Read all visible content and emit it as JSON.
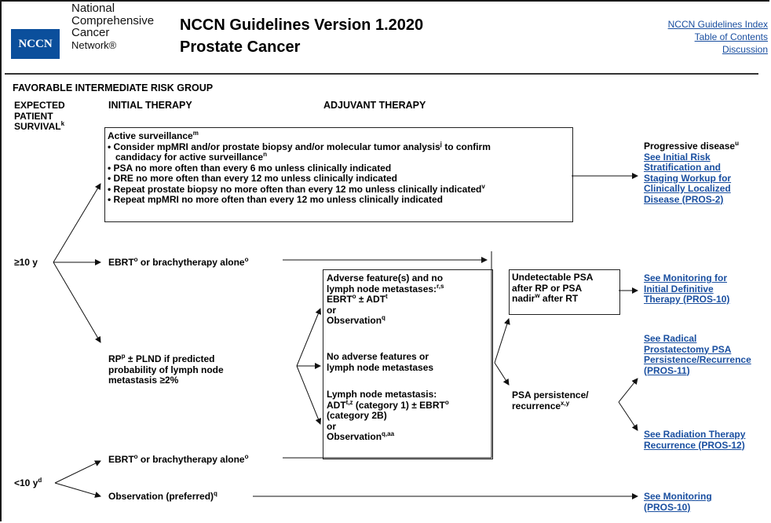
{
  "header": {
    "org_lines": [
      "National",
      "Comprehensive",
      "Cancer",
      "Network®"
    ],
    "logo_text": "NCCN",
    "title": "NCCN Guidelines Version 1.2020",
    "subtitle": "Prostate Cancer",
    "links": [
      "NCCN Guidelines Index",
      "Table of Contents",
      "Discussion"
    ]
  },
  "section_title": "FAVORABLE INTERMEDIATE RISK GROUP",
  "columns": {
    "survival": [
      "EXPECTED",
      "PATIENT",
      "SURVIVAL"
    ],
    "survival_sup": "k",
    "initial": "INITIAL THERAPY",
    "adjuvant": "ADJUVANT THERAPY"
  },
  "surveillance": {
    "title": "Active surveillance",
    "title_sup": "m",
    "b1a": "• Consider mpMRI and/or prostate biopsy and/or molecular tumor analysis",
    "b1a_sup": "j",
    "b1b": " to confirm",
    "b1c": "candidacy for active surveillance",
    "b1c_sup": "n",
    "b2": "• PSA no more often than every 6 mo unless clinically indicated",
    "b3": "• DRE no more often than every 12 mo unless clinically indicated",
    "b4": "• Repeat prostate biopsy no more often than every 12 mo unless clinically indicated",
    "b4_sup": "v",
    "b5": "• Repeat mpMRI no more often than every 12 mo unless clinically indicated"
  },
  "progressive": {
    "label": "Progressive disease",
    "sup": "u",
    "link": [
      "See Initial Risk",
      "Stratification and",
      "Staging Workup for",
      "Clinically Localized",
      "Disease (PROS-2)"
    ]
  },
  "survival_ge10": "≥10 y",
  "survival_lt10": "<10 y",
  "survival_lt10_sup": "d",
  "ebrt_top": {
    "a": "EBRT",
    "sup1": "o",
    "b": " or brachytherapy alone",
    "sup2": "o"
  },
  "rp": {
    "l1a": "RP",
    "sup": "p",
    "l1b": " ± PLND if predicted",
    "l2": "probability of lymph node",
    "l3": "metastasis ≥2%"
  },
  "adverse": {
    "l1": "Adverse feature(s) and no",
    "l2": "lymph node metastases:",
    "l2_sup": "r,s",
    "l3a": "EBRT",
    "l3_sup1": "o",
    "l3b": " ± ADT",
    "l3_sup2": "t",
    "l4": "or",
    "l5": "Observation",
    "l5_sup": "q"
  },
  "no_adverse": {
    "l1": "No adverse features or",
    "l2": "lymph node metastases"
  },
  "node_met": {
    "l1": "Lymph node metastasis:",
    "l2a": "ADT",
    "l2_sup1": "t,z",
    "l2b": " (category 1) ± EBRT",
    "l2_sup2": "o",
    "l3": "(category 2B)",
    "l4": "or",
    "l5": "Observation",
    "l5_sup": "q,aa"
  },
  "undetectable": {
    "l1": "Undetectable PSA",
    "l2": "after RP or PSA",
    "l3a": "nadir",
    "l3_sup": "w",
    "l3b": " after RT"
  },
  "persistence": {
    "l1": "PSA persistence/",
    "l2": "recurrence",
    "l2_sup": "x,y"
  },
  "links_right": {
    "monitoring_initial": [
      "See Monitoring for",
      "Initial Definitive",
      "Therapy (PROS-10)"
    ],
    "radical": [
      "See Radical",
      "Prostatectomy PSA",
      "Persistence/Recurrence",
      "(PROS-11)"
    ],
    "radiation": [
      "See Radiation Therapy",
      "Recurrence (PROS-12)"
    ],
    "monitoring": [
      "See Monitoring",
      "(PROS-10)"
    ]
  },
  "ebrt_bottom": {
    "a": "EBRT",
    "sup1": "o",
    "b": " or brachytherapy alone",
    "sup2": "o"
  },
  "observation": {
    "a": "Observation (preferred)",
    "sup": "q"
  }
}
